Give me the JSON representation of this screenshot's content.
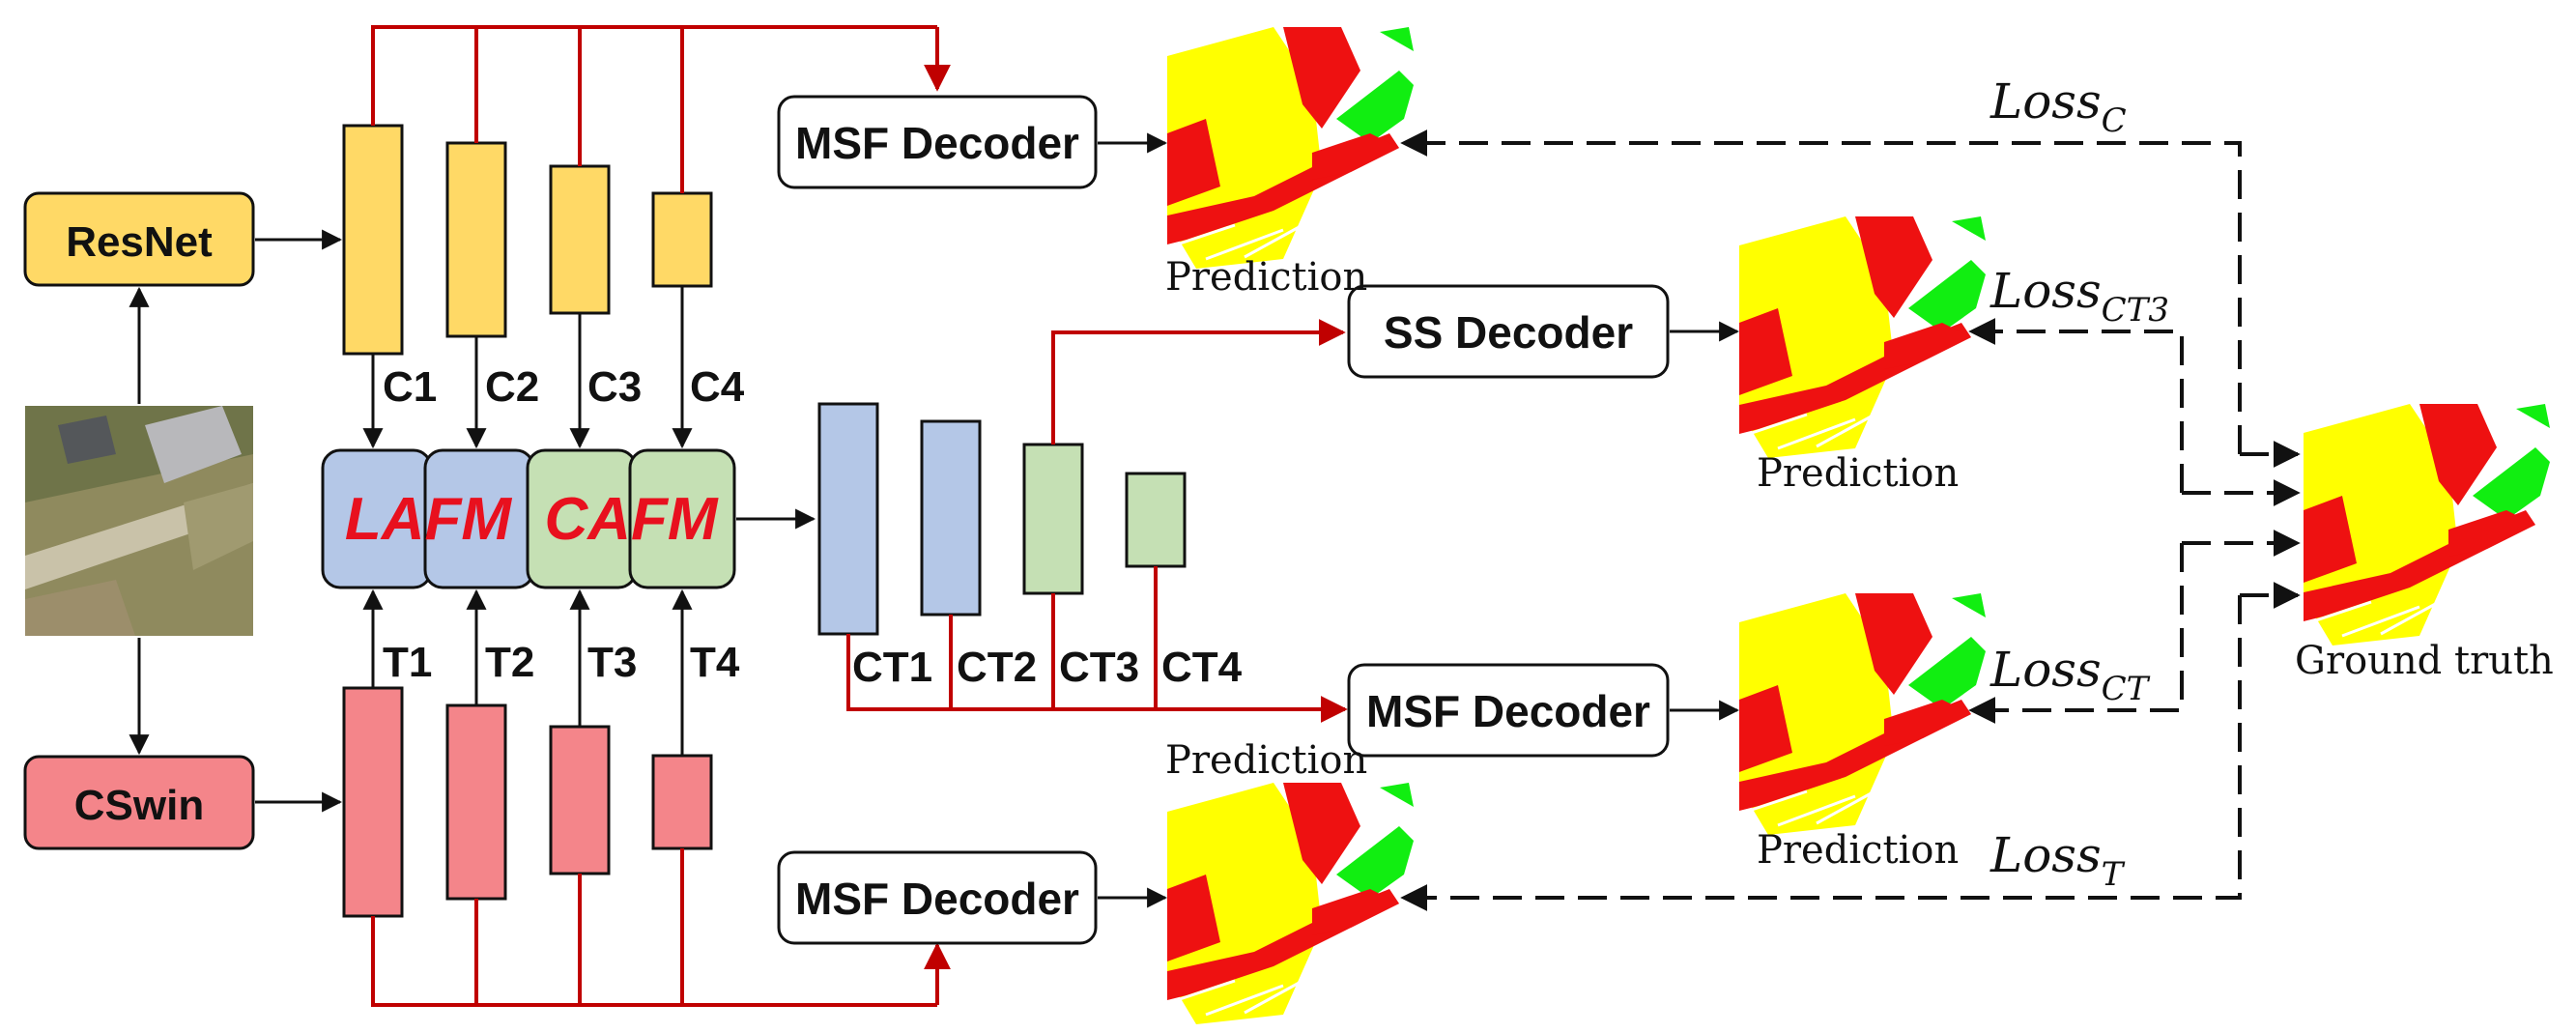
{
  "backbones": {
    "resnet": "ResNet",
    "cswin": "CSwin"
  },
  "features": {
    "resnet": [
      "C1",
      "C2",
      "C3",
      "C4"
    ],
    "cswin": [
      "T1",
      "T2",
      "T3",
      "T4"
    ],
    "fused": [
      "CT1",
      "CT2",
      "CT3",
      "CT4"
    ]
  },
  "modules": {
    "lafm": "LAFM",
    "cafm": "CAFM"
  },
  "decoders": {
    "msf_top": "MSF Decoder",
    "ss": "SS Decoder",
    "msf_mid": "MSF Decoder",
    "msf_bottom": "MSF Decoder"
  },
  "captions": {
    "prediction_1": "Prediction",
    "prediction_2": "Prediction",
    "prediction_3": "Prediction",
    "prediction_4": "Prediction",
    "ground_truth": "Ground truth"
  },
  "losses": {
    "c": {
      "base": "Loss",
      "sub": "C"
    },
    "ct3": {
      "base": "Loss",
      "sub": "CT3"
    },
    "ct": {
      "base": "Loss",
      "sub": "CT"
    },
    "t": {
      "base": "Loss",
      "sub": "T"
    }
  },
  "colors": {
    "resnet_yellow": "#FFD966",
    "cswin_red": "#F4858A",
    "lafm_blue": "#B4C7E7",
    "cafm_green": "#C5E0B4",
    "module_text_red": "#E8101E",
    "arrow_red": "#C00000",
    "seg_yellow": "#FFFF00",
    "seg_red": "#EE1111",
    "seg_green": "#11EE11"
  }
}
